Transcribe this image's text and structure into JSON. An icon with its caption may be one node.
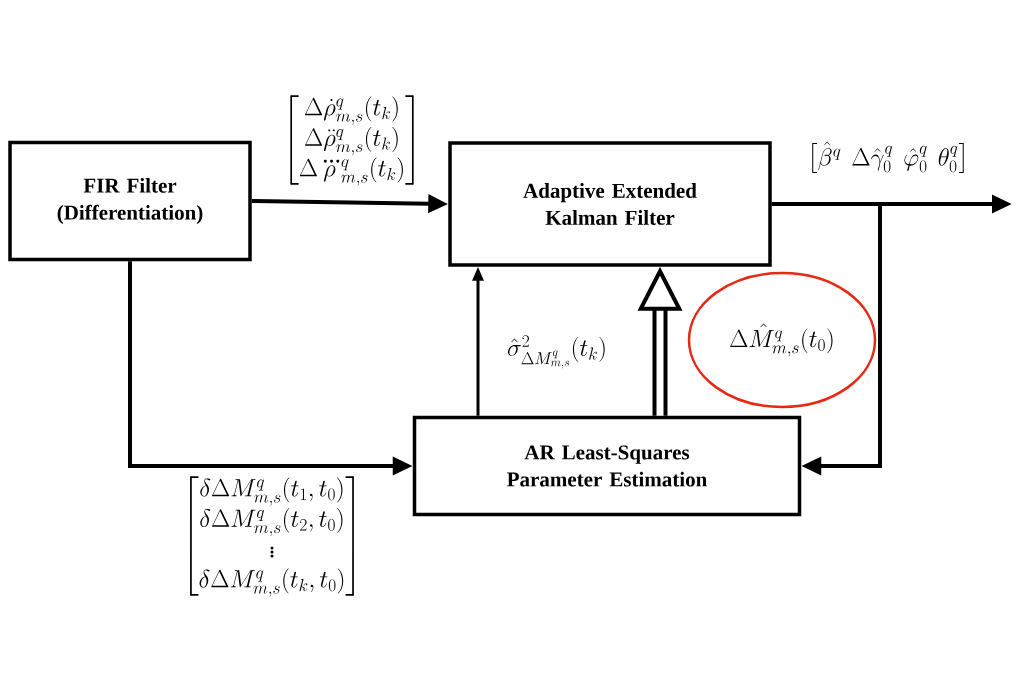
{
  "diagram": {
    "nodes": [
      {
        "text": [
          "FIR Filter (Differentiation)"
        ]
      },
      {
        "text": [
          "Adaptive Extended Kalman Filter"
        ]
      },
      {
        "text": [
          "AR Least-Squares Parameter Estimation"
        ]
      },
      {
        "text": [
          "\\Delta\\hat{M}^{q}_{m,s}(t_0)"
        ]
      }
    ],
    "edges": [
      {
        "from": 0,
        "to": 1,
        "arrow": "to",
        "label": "\\begin{bmatrix}\\Delta\\dot{\\rho}^{q}_{m,s}(t_k)\\\\ \\Delta\\ddot{\\rho}^{q}_{m,s}(t_k)\\\\ \\Delta\\dddot{\\rho}^{q}_{m,s}(t_k)\\end{bmatrix}"
      },
      {
        "from": 0,
        "to": 2,
        "arrow": "to",
        "label": "\\begin{bmatrix}\\delta\\Delta M^{q}_{m,s}(t_1,t_0)\\\\ \\delta\\Delta M^{q}_{m,s}(t_2,t_0)\\\\ \\vdots\\\\ \\delta\\Delta M^{q}_{m,s}(t_k,t_0)\\end{bmatrix}"
      },
      {
        "from": 1,
        "to": null,
        "arrow": "to",
        "label": "\\begin{bmatrix}\\hat{\\beta}^{q} & \\Delta\\hat{\\gamma}^{q}_{0} & \\hat{\\varphi}^{q}_{0} & \\theta^{q}_{0}\\end{bmatrix}"
      },
      {
        "from": 1,
        "to": 2,
        "arrow": "to"
      },
      {
        "from": 2,
        "to": 1,
        "arrow": "to",
        "label": "\\hat{\\sigma}^{2}_{\\Delta M^{q}_{m,s}}(t_k)"
      },
      {
        "from": 2,
        "to": 1,
        "arrow": "to",
        "style": "thick"
      }
    ]
  }
}
